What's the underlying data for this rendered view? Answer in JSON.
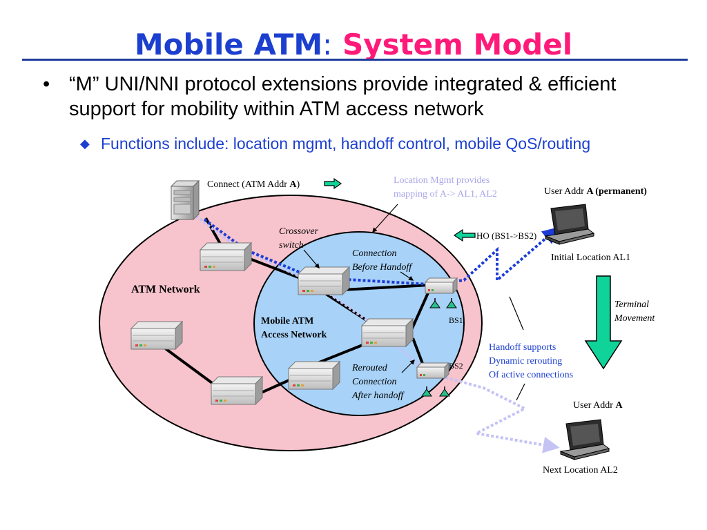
{
  "title": {
    "part1": "Mobile ATM",
    "colon": ":",
    "part2": "System Model"
  },
  "bullets": {
    "main": "“M” UNI/NNI protocol extensions provide integrated & efficient support for mobility within ATM access network",
    "sub": "Functions include: location mgmt, handoff control, mobile QoS/routing"
  },
  "diagram": {
    "connect_prefix": "Connect (ATM Addr ",
    "connect_addr": "A",
    "connect_suffix": ")",
    "loc_mgmt_line1": "Location Mgmt provides",
    "loc_mgmt_line2": "mapping of A-> AL1, AL2",
    "user_addr_perm_prefix": "User Addr ",
    "user_addr_perm_bold": "A (permanent)",
    "crossover_line1": "Crossover",
    "crossover_line2": "switch",
    "ho_label": "HO (BS1->BS2)",
    "initial_location": "Initial Location AL1",
    "conn_before_line1": "Connection",
    "conn_before_line2": "Before Handoff",
    "atm_network": "ATM Network",
    "terminal_line1": "Terminal",
    "terminal_line2": "Movement",
    "mobile_atm_line1": "Mobile ATM",
    "mobile_atm_line2": "Access Network",
    "bs1": "BS1",
    "bs2": "BS2",
    "handoff_line1": "Handoff supports",
    "handoff_line2": "Dynamic rerouting",
    "handoff_line3": "Of active connections",
    "rerouted_line1": "Rerouted",
    "rerouted_line2": "Connection",
    "rerouted_line3": "After handoff",
    "user_addr_prefix": "User Addr ",
    "user_addr_bold": "A",
    "next_location": "Next Location AL2"
  },
  "colors": {
    "title_blue": "#1c3fd0",
    "title_pink": "#ff1a7a",
    "atm_network_fill": "#f7c3cc",
    "access_network_fill": "#a8d2f7",
    "dotted_dark": "#1d3cd6",
    "dotted_light": "#c4c3f4",
    "arrow_green": "#10d39a"
  }
}
